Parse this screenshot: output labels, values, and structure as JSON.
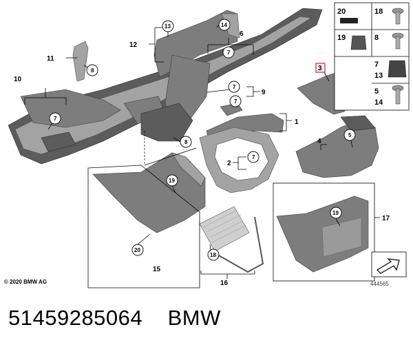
{
  "callouts": {
    "c1": "1",
    "c2": "2",
    "c3": "3",
    "c4": "4",
    "c6": "6",
    "c9": "9",
    "c10": "10",
    "c11": "11",
    "c12": "12",
    "c15": "15",
    "c16": "16",
    "c17": "17"
  },
  "circles": {
    "c13": "13",
    "c14": "14",
    "c7a": "7",
    "c7b": "7",
    "c7c": "7",
    "c7d": "7",
    "c7e": "7",
    "c8a": "8",
    "c8b": "8",
    "c5": "5",
    "c19a": "19",
    "c19b": "19",
    "c20": "20",
    "c18": "18"
  },
  "legend": {
    "r1a": "20",
    "r1b": "18",
    "r2a": "19",
    "r2b": "8",
    "r3a": "7",
    "r3b": "13",
    "r4a": "5",
    "r4b": "14"
  },
  "copyright": "© 2020 BMW AG",
  "diagram_number": "444565",
  "part_number": "51459285064",
  "brand": "BMW",
  "colors": {
    "part": "#7d7d7d",
    "highlight": "#d9252b"
  }
}
